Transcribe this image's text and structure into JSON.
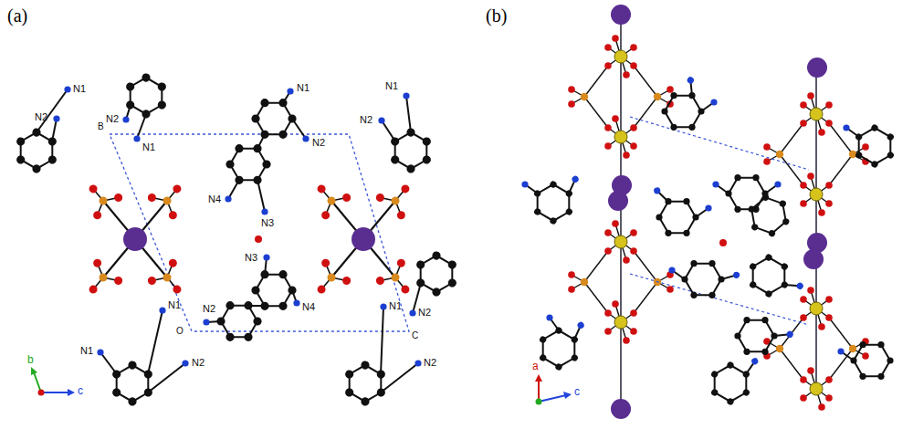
{
  "diagram": {
    "labels": [
      "(a)",
      "N1",
      "N2",
      "N2",
      "B",
      "N1",
      "N1",
      "N2",
      "N2",
      "N1",
      "N4",
      "N3",
      "N3",
      "N4",
      "N1",
      "N2",
      "O",
      "N2",
      "C",
      "N1",
      "N2",
      "N1",
      "N2",
      "b",
      "c",
      "(b)",
      "a",
      "c"
    ]
  }
}
